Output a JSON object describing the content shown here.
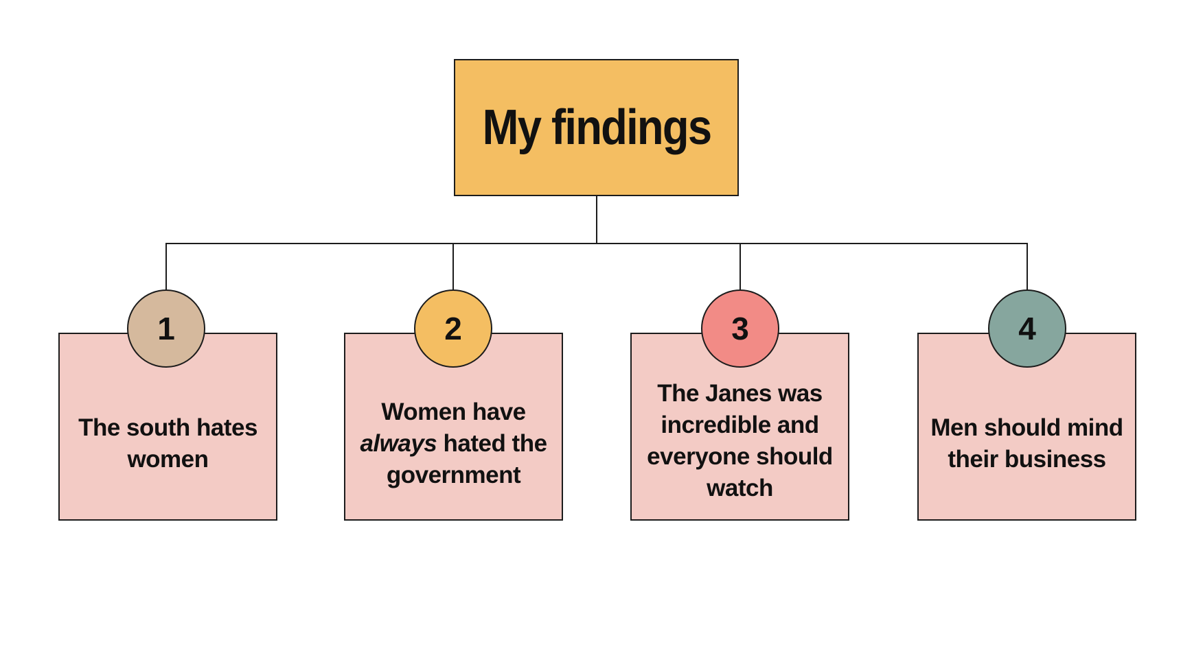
{
  "title": "My findings",
  "colors": {
    "title_fill": "#f4be62",
    "card_fill": "#f3cbc5",
    "outline": "#1c1c1c"
  },
  "findings": [
    {
      "number": "1",
      "badge_color": "#d5b99d",
      "lines": [
        "The south hates",
        "women"
      ]
    },
    {
      "number": "2",
      "badge_color": "#f4be62",
      "lines": [
        "Women have",
        "always",
        "hated the",
        "government"
      ]
    },
    {
      "number": "3",
      "badge_color": "#f28b86",
      "lines": [
        "The Janes was",
        "incredible and",
        "everyone should",
        "watch"
      ]
    },
    {
      "number": "4",
      "badge_color": "#86a69e",
      "lines": [
        "Men should mind",
        "their business"
      ]
    }
  ]
}
